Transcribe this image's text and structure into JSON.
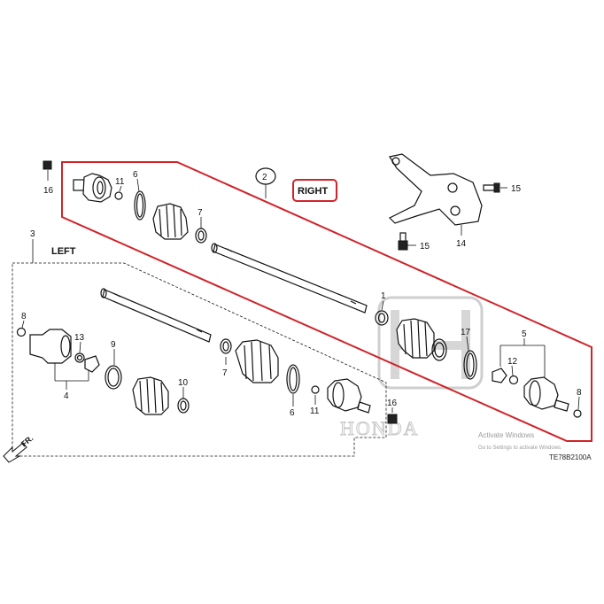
{
  "diagram": {
    "group_labels": {
      "right": "RIGHT",
      "left": "LEFT",
      "front": "FR."
    },
    "callouts": {
      "c1": "1",
      "c2": "2",
      "c3": "3",
      "c4": "4",
      "c5": "5",
      "c6a": "6",
      "c6b": "6",
      "c7a": "7",
      "c7b": "7",
      "c8a": "8",
      "c8b": "8",
      "c9": "9",
      "c10": "10",
      "c11a": "11",
      "c11b": "11",
      "c12": "12",
      "c13": "13",
      "c14": "14",
      "c15a": "15",
      "c15b": "15",
      "c16a": "16",
      "c16b": "16",
      "c17": "17"
    },
    "diagram_code": "TE78B2100A"
  },
  "watermark": {
    "brand": "HONDA",
    "activate_title": "Activate Windows",
    "activate_sub": "Go to Settings to activate Windows."
  },
  "colors": {
    "highlight": "#d0232a",
    "line": "#111111",
    "watermark": "#c8c8c8"
  }
}
